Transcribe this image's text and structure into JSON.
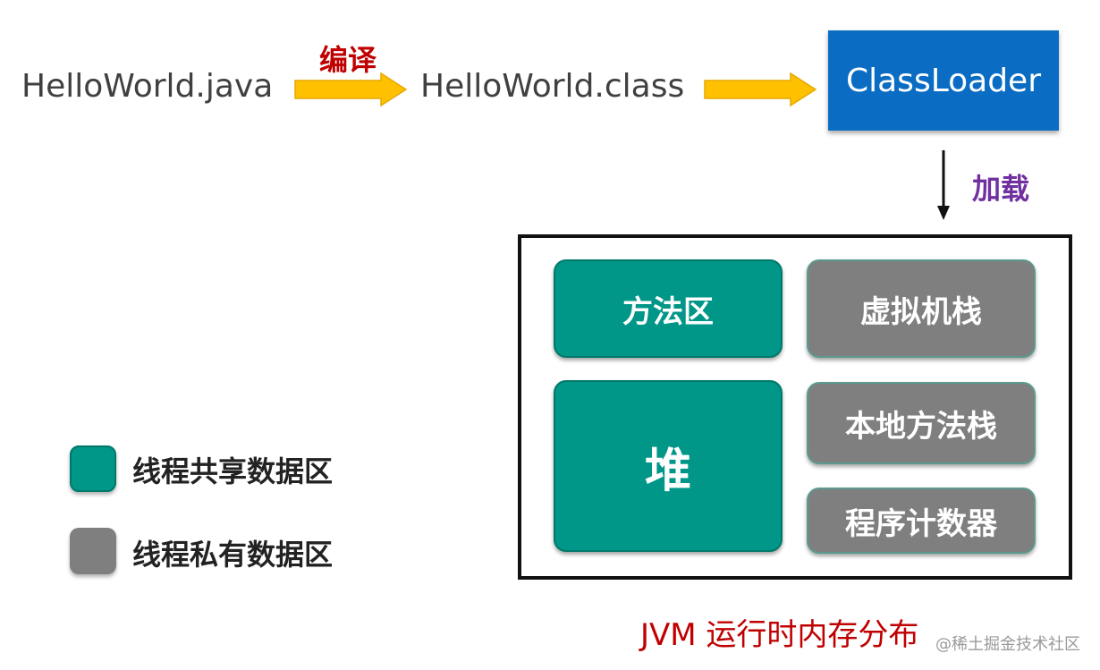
{
  "flow": {
    "source_file": "HelloWorld.java",
    "compile_label": "编译",
    "class_file": "HelloWorld.class",
    "loader": "ClassLoader",
    "load_label": "加载"
  },
  "jvm": {
    "method_area": "方法区",
    "vm_stack": "虚拟机栈",
    "heap": "堆",
    "native_stack": "本地方法栈",
    "pc_register": "程序计数器",
    "caption": "JVM 运行时内存分布"
  },
  "legend": {
    "shared": "线程共享数据区",
    "private": "线程私有数据区"
  },
  "colors": {
    "shared": "#009688",
    "private": "#7f7f7f",
    "loader": "#0a6cc3",
    "arrow": "#ffc000"
  },
  "watermark": "@稀土掘金技术社区"
}
